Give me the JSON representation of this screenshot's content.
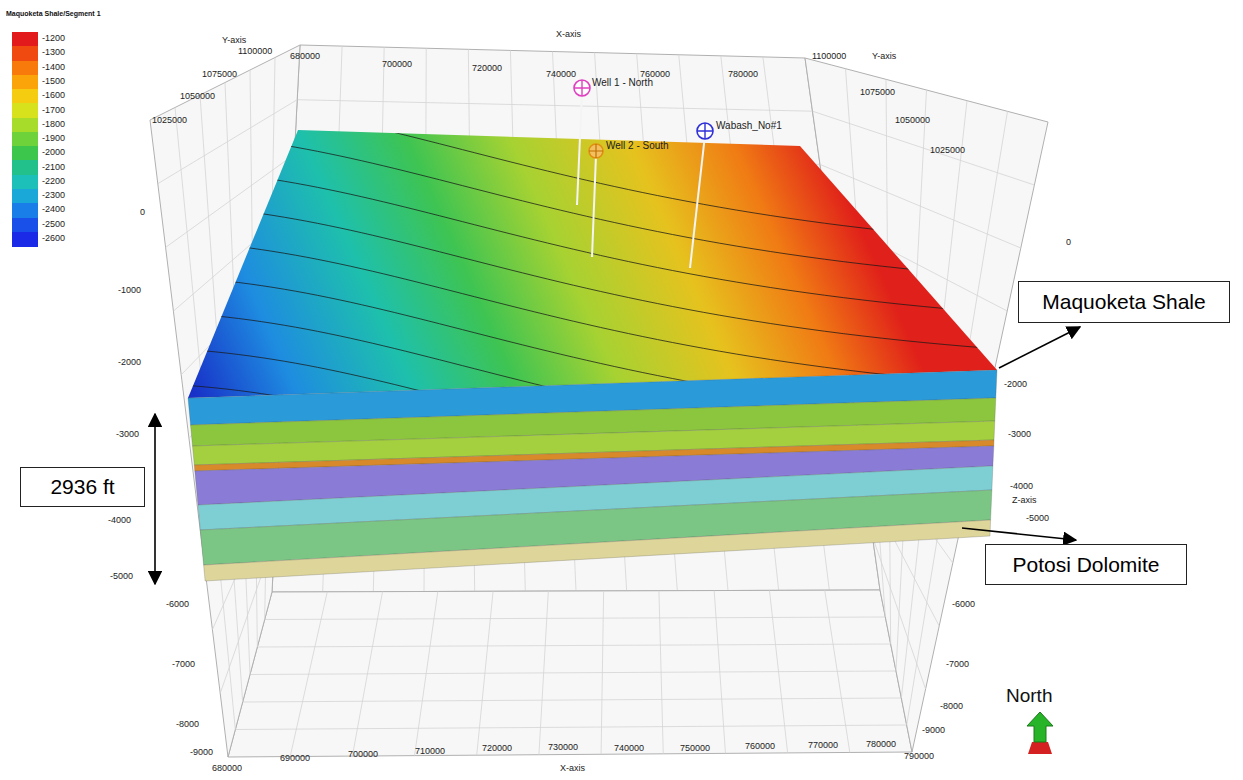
{
  "diagram": {
    "title": "Maquoketa Shale/Segment 1",
    "nodes": [
      {
        "text": [
          "Maquoketa Shale"
        ]
      },
      {
        "text": [
          "2936 ft"
        ]
      },
      {
        "text": [
          "Potosi Dolomite"
        ]
      }
    ],
    "labels": [
      "Y-axis",
      "1100000",
      "1075000",
      "1050000",
      "1025000",
      "680000",
      "X-axis",
      "700000",
      "720000",
      "740000",
      "760000",
      "780000",
      "1100000",
      "Y-axis",
      "1075000",
      "1050000",
      "1025000",
      "0",
      "-1000",
      "-2000",
      "-3000",
      "-4000",
      "-5000",
      "-6000",
      "-7000",
      "-8000",
      "-9000",
      "680000",
      "690000",
      "700000",
      "710000",
      "720000",
      "730000",
      "740000",
      "750000",
      "760000",
      "770000",
      "780000",
      "790000",
      "X-axis",
      "0",
      "-2000",
      "-3000",
      "-4000",
      "Z-axis",
      "-5000",
      "-6000",
      "-7000",
      "-8000",
      "-9000",
      "Well 1 - North",
      "Well 2 - South",
      "Wabash_No#1",
      "North"
    ],
    "legend": [
      {
        "text": "-1200",
        "color": "#e31a1c"
      },
      {
        "text": "-1300",
        "color": "#f04a10"
      },
      {
        "text": "-1400",
        "color": "#f77a0a"
      },
      {
        "text": "-1500",
        "color": "#fba40a"
      },
      {
        "text": "-1600",
        "color": "#f5cc10"
      },
      {
        "text": "-1700",
        "color": "#d8e21c"
      },
      {
        "text": "-1800",
        "color": "#a8dc2a"
      },
      {
        "text": "-1900",
        "color": "#6ed23a"
      },
      {
        "text": "-2000",
        "color": "#3cc64c"
      },
      {
        "text": "-2100",
        "color": "#22c08a"
      },
      {
        "text": "-2200",
        "color": "#1cc0b8"
      },
      {
        "text": "-2300",
        "color": "#1aa8d8"
      },
      {
        "text": "-2400",
        "color": "#1a7ee8"
      },
      {
        "text": "-2500",
        "color": "#1a50ea"
      },
      {
        "text": "-2600",
        "color": "#1a2ae6"
      }
    ]
  }
}
